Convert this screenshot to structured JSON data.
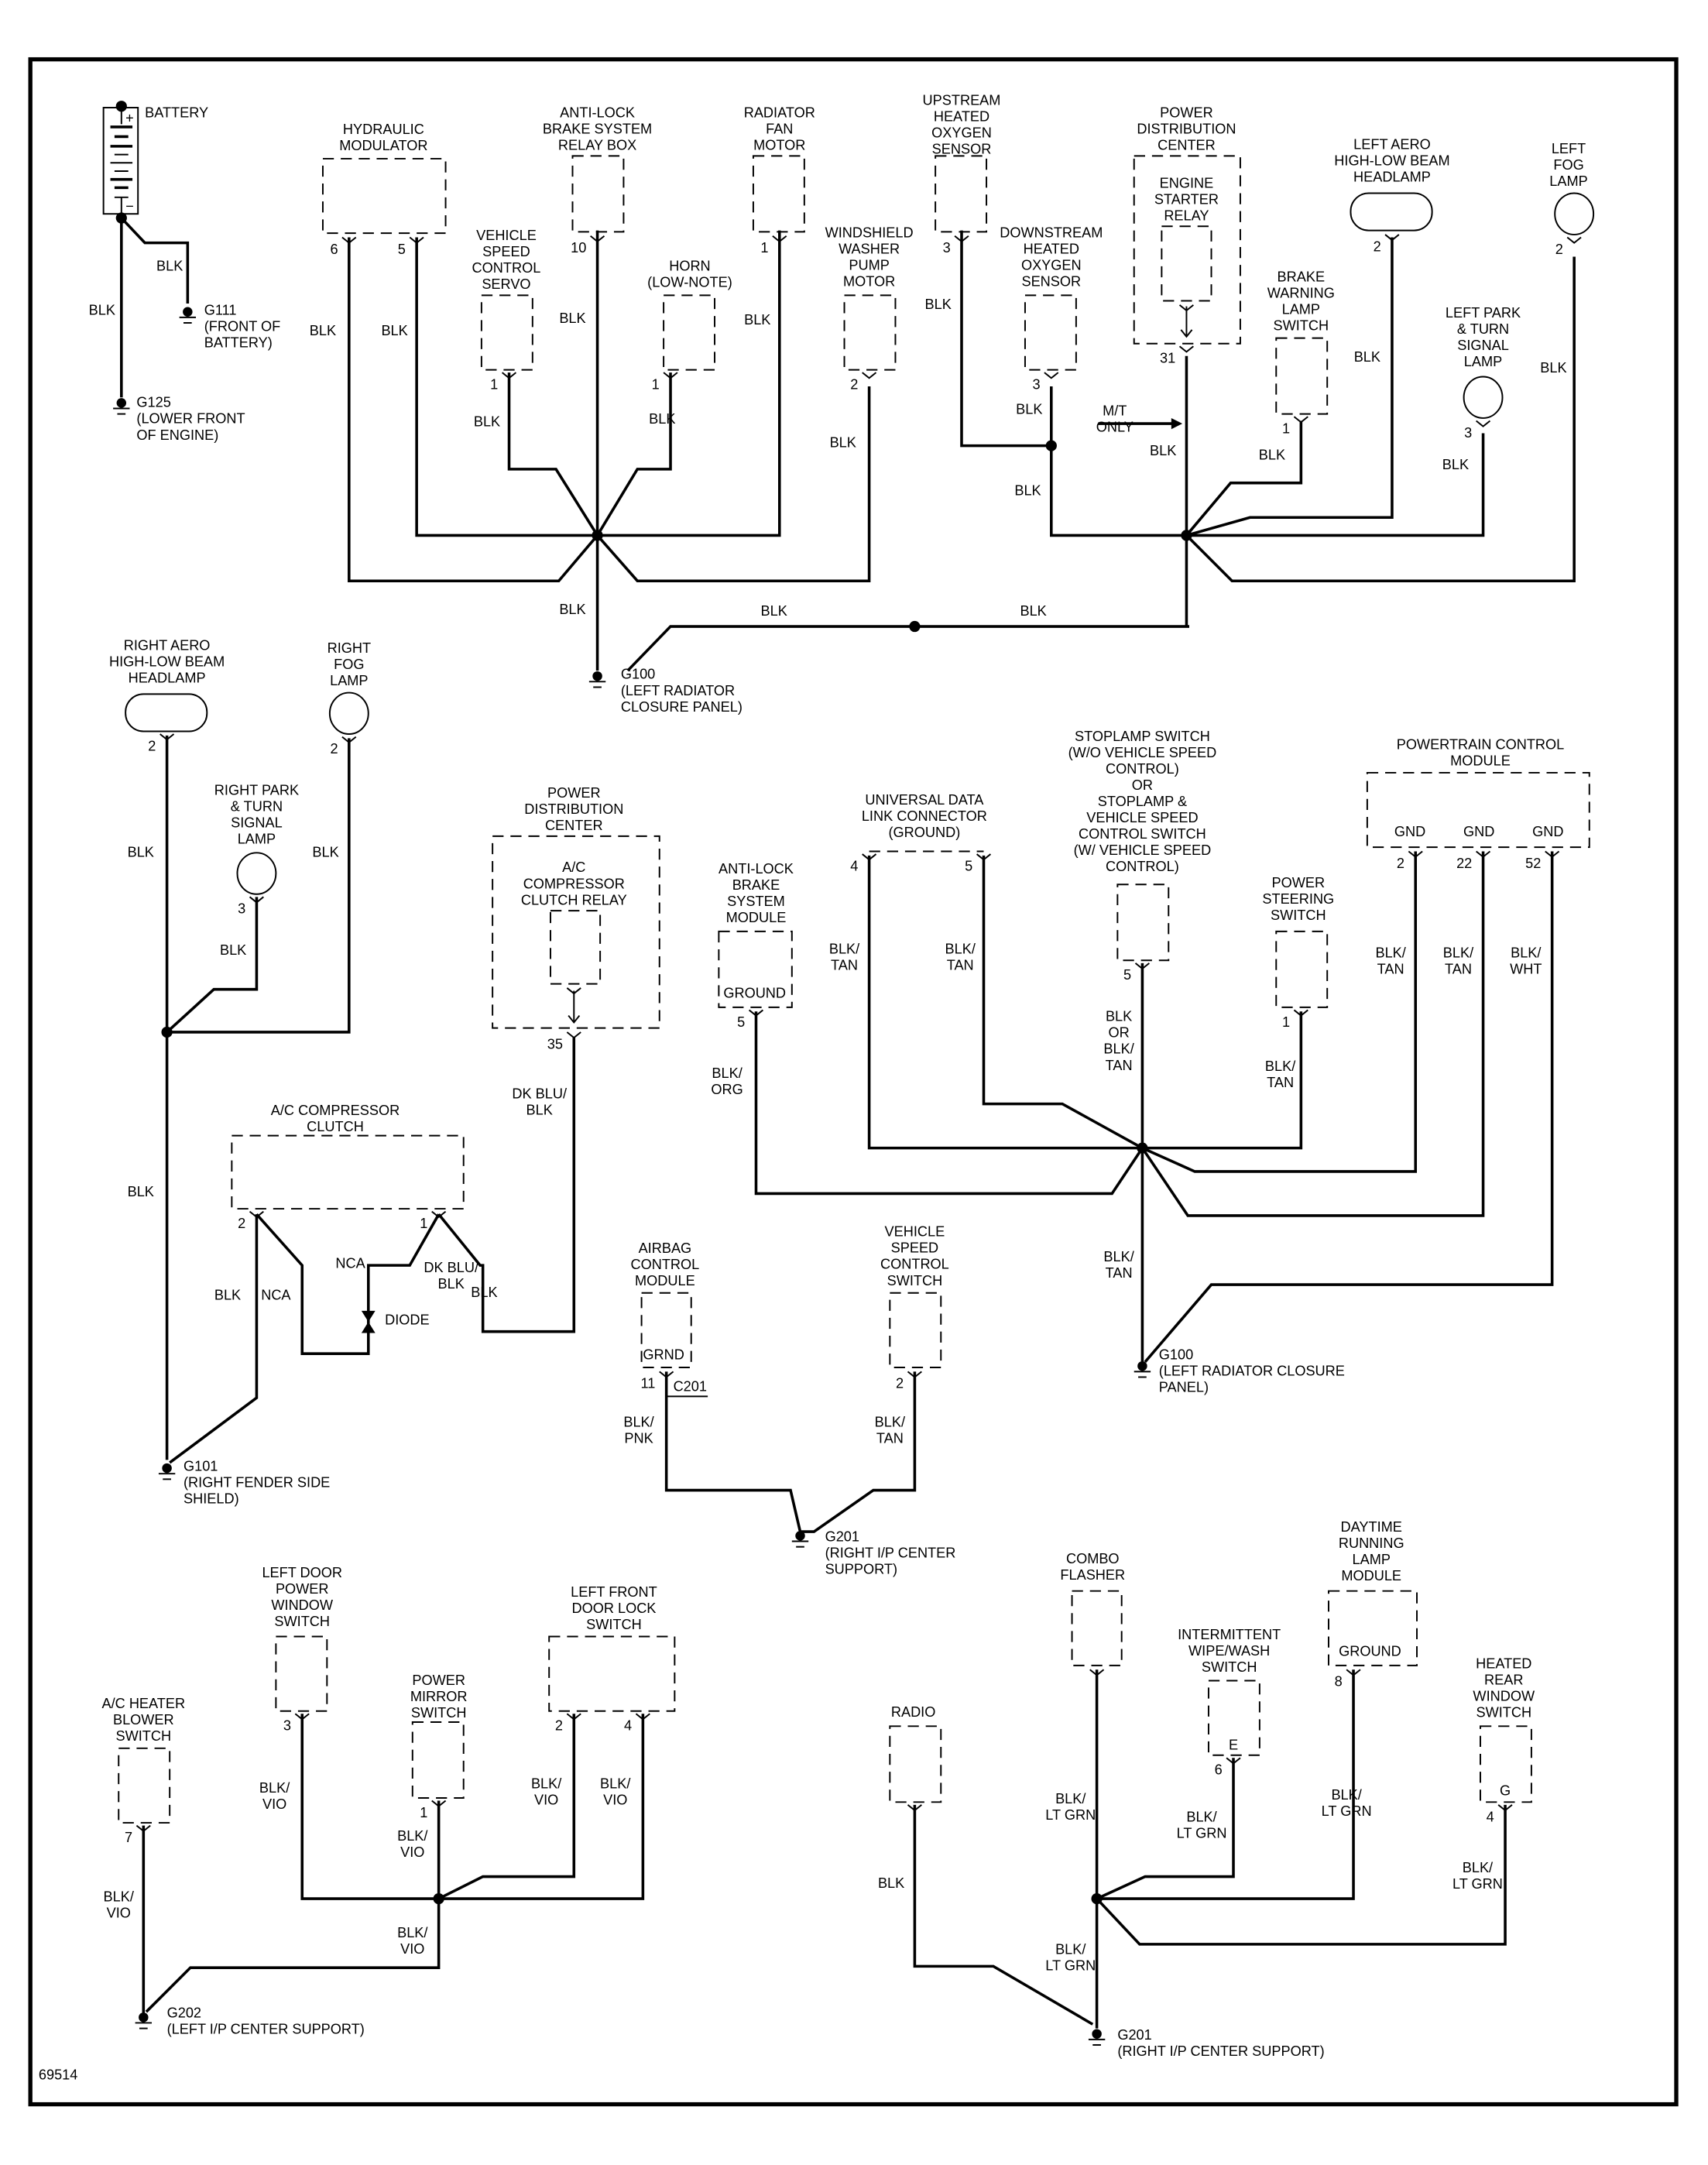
{
  "figure_id": "69514",
  "colors": {
    "ink": "#000000",
    "paper": "#ffffff"
  },
  "battery": {
    "label": "BATTERY",
    "plus": "+",
    "minus": "−"
  },
  "components": [
    {
      "id": "hydraulic-modulator",
      "lines": [
        "HYDRAULIC",
        "MODULATOR"
      ],
      "pins": [
        "6",
        "5"
      ]
    },
    {
      "id": "vehicle-speed-control-servo",
      "lines": [
        "VEHICLE",
        "SPEED",
        "CONTROL",
        "SERVO"
      ],
      "pins": [
        "1"
      ]
    },
    {
      "id": "abs-relay-box",
      "lines": [
        "ANTI-LOCK",
        "BRAKE SYSTEM",
        "RELAY BOX"
      ],
      "pins": [
        "10"
      ]
    },
    {
      "id": "horn-low-note",
      "lines": [
        "HORN",
        "(LOW-NOTE)"
      ],
      "pins": [
        "1"
      ]
    },
    {
      "id": "radiator-fan-motor",
      "lines": [
        "RADIATOR",
        "FAN",
        "MOTOR"
      ],
      "pins": [
        "1"
      ]
    },
    {
      "id": "windshield-washer-pump-motor",
      "lines": [
        "WINDSHIELD",
        "WASHER",
        "PUMP",
        "MOTOR"
      ],
      "pins": [
        "2"
      ]
    },
    {
      "id": "upstream-heated-oxygen-sensor",
      "lines": [
        "UPSTREAM",
        "HEATED",
        "OXYGEN",
        "SENSOR"
      ],
      "pins": [
        "3"
      ]
    },
    {
      "id": "downstream-heated-oxygen-sensor",
      "lines": [
        "DOWNSTREAM",
        "HEATED",
        "OXYGEN",
        "SENSOR"
      ],
      "pins": [
        "3"
      ]
    },
    {
      "id": "power-distribution-center-top",
      "lines": [
        "POWER",
        "DISTRIBUTION",
        "CENTER"
      ],
      "pins": [
        "31"
      ]
    },
    {
      "id": "engine-starter-relay",
      "lines": [
        "ENGINE",
        "STARTER",
        "RELAY"
      ],
      "pins": []
    },
    {
      "id": "brake-warning-lamp-switch",
      "lines": [
        "BRAKE",
        "WARNING",
        "LAMP",
        "SWITCH"
      ],
      "pins": [
        "1"
      ]
    },
    {
      "id": "left-aero-headlamp",
      "lines": [
        "LEFT AERO",
        "HIGH-LOW BEAM",
        "HEADLAMP"
      ],
      "pins": [
        "2"
      ]
    },
    {
      "id": "left-park-turn-lamp",
      "lines": [
        "LEFT PARK",
        "& TURN",
        "SIGNAL",
        "LAMP"
      ],
      "pins": [
        "3"
      ]
    },
    {
      "id": "left-fog-lamp",
      "lines": [
        "LEFT",
        "FOG",
        "LAMP"
      ],
      "pins": [
        "2"
      ]
    },
    {
      "id": "right-aero-headlamp",
      "lines": [
        "RIGHT AERO",
        "HIGH-LOW BEAM",
        "HEADLAMP"
      ],
      "pins": [
        "2"
      ]
    },
    {
      "id": "right-fog-lamp",
      "lines": [
        "RIGHT",
        "FOG",
        "LAMP"
      ],
      "pins": [
        "2"
      ]
    },
    {
      "id": "right-park-turn-lamp",
      "lines": [
        "RIGHT PARK",
        "& TURN",
        "SIGNAL",
        "LAMP"
      ],
      "pins": [
        "3"
      ]
    },
    {
      "id": "power-distribution-center-mid",
      "lines": [
        "POWER",
        "DISTRIBUTION",
        "CENTER"
      ],
      "pins": [
        "35"
      ]
    },
    {
      "id": "ac-compressor-clutch-relay",
      "lines": [
        "A/C",
        "COMPRESSOR",
        "CLUTCH RELAY"
      ],
      "pins": []
    },
    {
      "id": "ac-compressor-clutch",
      "lines": [
        "A/C COMPRESSOR",
        "CLUTCH"
      ],
      "pins": [
        "2",
        "1"
      ]
    },
    {
      "id": "abs-module",
      "lines": [
        "ANTI-LOCK",
        "BRAKE",
        "SYSTEM",
        "MODULE"
      ],
      "pins": [
        "5"
      ],
      "inner": "GROUND"
    },
    {
      "id": "universal-data-link-connector",
      "lines": [
        "UNIVERSAL DATA",
        "LINK CONNECTOR",
        "(GROUND)"
      ],
      "pins": [
        "4",
        "5"
      ]
    },
    {
      "id": "stoplamp-switch",
      "lines": [
        "STOPLAMP SWITCH",
        "(W/O VEHICLE SPEED",
        "CONTROL)",
        "OR",
        "STOPLAMP &",
        "VEHICLE SPEED",
        "CONTROL SWITCH",
        "(W/ VEHICLE SPEED",
        "CONTROL)"
      ],
      "pins": [
        "5"
      ]
    },
    {
      "id": "power-steering-switch",
      "lines": [
        "POWER",
        "STEERING",
        "SWITCH"
      ],
      "pins": [
        "1"
      ]
    },
    {
      "id": "powertrain-control-module",
      "lines": [
        "POWERTRAIN CONTROL",
        "MODULE"
      ],
      "pins": [
        "2",
        "22",
        "52"
      ],
      "inner_pins": [
        "GND",
        "GND",
        "GND"
      ]
    },
    {
      "id": "airbag-control-module",
      "lines": [
        "AIRBAG",
        "CONTROL",
        "MODULE"
      ],
      "pins": [
        "11"
      ],
      "inner": "GRND",
      "connector": "C201"
    },
    {
      "id": "vehicle-speed-control-switch",
      "lines": [
        "VEHICLE",
        "SPEED",
        "CONTROL",
        "SWITCH"
      ],
      "pins": [
        "2"
      ]
    },
    {
      "id": "left-door-power-window-switch",
      "lines": [
        "LEFT DOOR",
        "POWER",
        "WINDOW",
        "SWITCH"
      ],
      "pins": [
        "3"
      ]
    },
    {
      "id": "power-mirror-switch",
      "lines": [
        "POWER",
        "MIRROR",
        "SWITCH"
      ],
      "pins": [
        "1"
      ]
    },
    {
      "id": "left-front-door-lock-switch",
      "lines": [
        "LEFT FRONT",
        "DOOR LOCK",
        "SWITCH"
      ],
      "pins": [
        "2",
        "4"
      ]
    },
    {
      "id": "ac-heater-blower-switch",
      "lines": [
        "A/C HEATER",
        "BLOWER",
        "SWITCH"
      ],
      "pins": [
        "7"
      ]
    },
    {
      "id": "radio",
      "lines": [
        "RADIO"
      ],
      "pins": []
    },
    {
      "id": "combo-flasher",
      "lines": [
        "COMBO",
        "FLASHER"
      ],
      "pins": []
    },
    {
      "id": "intermittent-wipe-wash-switch",
      "lines": [
        "INTERMITTENT",
        "WIPE/WASH",
        "SWITCH"
      ],
      "pins": [
        "6"
      ],
      "inner": "E"
    },
    {
      "id": "daytime-running-lamp-module",
      "lines": [
        "DAYTIME",
        "RUNNING",
        "LAMP",
        "MODULE"
      ],
      "pins": [
        "8"
      ],
      "inner": "GROUND"
    },
    {
      "id": "heated-rear-window-switch",
      "lines": [
        "HEATED",
        "REAR",
        "WINDOW",
        "SWITCH"
      ],
      "pins": [
        "4"
      ],
      "inner": "G"
    }
  ],
  "grounds": [
    {
      "id": "G111",
      "lines": [
        "G111",
        "(FRONT OF",
        "BATTERY)"
      ]
    },
    {
      "id": "G125",
      "lines": [
        "G125",
        "(LOWER FRONT",
        "OF ENGINE)"
      ]
    },
    {
      "id": "G100-a",
      "lines": [
        "G100",
        "(LEFT RADIATOR",
        "CLOSURE PANEL)"
      ]
    },
    {
      "id": "G101",
      "lines": [
        "G101",
        "(RIGHT FENDER SIDE",
        "SHIELD)"
      ]
    },
    {
      "id": "G100-b",
      "lines": [
        "G100",
        "(LEFT RADIATOR CLOSURE",
        "PANEL)"
      ]
    },
    {
      "id": "G201-a",
      "lines": [
        "G201",
        "(RIGHT I/P CENTER",
        "SUPPORT)"
      ]
    },
    {
      "id": "G202",
      "lines": [
        "G202",
        "(LEFT I/P CENTER SUPPORT)"
      ]
    },
    {
      "id": "G201-b",
      "lines": [
        "G201",
        "(RIGHT I/P CENTER SUPPORT)"
      ]
    }
  ],
  "wire_labels": [
    [
      "BLK"
    ],
    [
      "BLK"
    ],
    [
      "BLK"
    ],
    [
      "BLK"
    ],
    [
      "BLK"
    ],
    [
      "BLK"
    ],
    [
      "BLK"
    ],
    [
      "BLK"
    ],
    [
      "BLK"
    ],
    [
      "BLK"
    ],
    [
      "BLK"
    ],
    [
      "BLK"
    ],
    [
      "BLK"
    ],
    [
      "BLK"
    ],
    [
      "BLK"
    ],
    [
      "BLK"
    ],
    [
      "BLK"
    ],
    [
      "BLK"
    ],
    [
      "BLK"
    ],
    [
      "BLK"
    ],
    [
      "BLK"
    ],
    [
      "BLK"
    ],
    [
      "BLK"
    ],
    [
      "BLK"
    ],
    [
      "BLK"
    ],
    [
      "BLK"
    ],
    [
      "DK BLU/",
      "BLK"
    ],
    [
      "DK BLU/",
      "BLK"
    ],
    [
      "NCA"
    ],
    [
      "NCA"
    ],
    [
      "BLK"
    ],
    [
      "BLK/",
      "ORG"
    ],
    [
      "BLK/",
      "TAN"
    ],
    [
      "BLK/",
      "TAN"
    ],
    [
      "BLK",
      "OR",
      "BLK/",
      "TAN"
    ],
    [
      "BLK/",
      "TAN"
    ],
    [
      "BLK/",
      "TAN"
    ],
    [
      "BLK/",
      "TAN"
    ],
    [
      "BLK/",
      "WHT"
    ],
    [
      "BLK/",
      "TAN"
    ],
    [
      "BLK/",
      "PNK"
    ],
    [
      "BLK/",
      "TAN"
    ],
    [
      "BLK/",
      "VIO"
    ],
    [
      "BLK/",
      "VIO"
    ],
    [
      "BLK/",
      "VIO"
    ],
    [
      "BLK/",
      "VIO"
    ],
    [
      "BLK/",
      "VIO"
    ],
    [
      "BLK/",
      "VIO"
    ],
    [
      "BLK"
    ],
    [
      "BLK/",
      "LT GRN"
    ],
    [
      "BLK/",
      "LT GRN"
    ],
    [
      "BLK/",
      "LT GRN"
    ],
    [
      "BLK/",
      "LT GRN"
    ],
    [
      "BLK/",
      "LT GRN"
    ]
  ],
  "annotations": {
    "mt_only": [
      "M/T",
      "ONLY"
    ],
    "diode": "DIODE"
  }
}
